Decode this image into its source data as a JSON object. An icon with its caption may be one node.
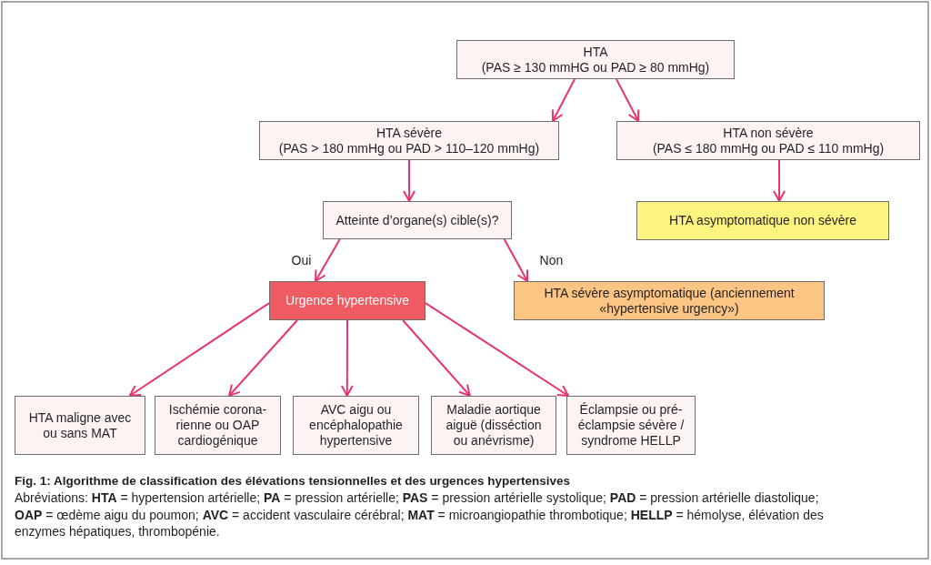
{
  "diagram": {
    "caption": "Fig. 1: Algorithme de classification des élévations tensionnelles et des urgences hypertensives",
    "nodes": [
      {
        "text": [
          "HTA",
          "(PAS ≥ 130 mmHG ou PAD ≥ 80 mmHg)"
        ]
      },
      {
        "text": [
          "HTA sévère",
          "(PAS > 180 mmHg ou PAD > 110–120 mmHg)"
        ]
      },
      {
        "text": [
          "HTA non sévère",
          "(PAS ≤ 180 mmHg ou PAD ≤ 110 mmHg)"
        ]
      },
      {
        "text": [
          "Atteinte d’organe(s) cible(s)?"
        ]
      },
      {
        "text": [
          "HTA asymptomatique non sévère"
        ]
      },
      {
        "text": [
          "Urgence hypertensive"
        ]
      },
      {
        "text": [
          "HTA sévère asymptomatique (anciennement «hypertensive urgency»)"
        ]
      },
      {
        "text": [
          "HTA maligne avec ou sans MAT"
        ]
      },
      {
        "text": [
          "Ischémie corona- rienne ou OAP cardiogénique"
        ]
      },
      {
        "text": [
          "AVC aigu ou encéphalopathie hypertensive"
        ]
      },
      {
        "text": [
          "Maladie aortique aiguë (disséction ou anévrisme)"
        ]
      },
      {
        "text": [
          "Éclampsie ou pré- éclampsie sévère / syndrome HELLP"
        ]
      }
    ],
    "edges": [
      {
        "from": 0,
        "to": 1,
        "arrow": "to"
      },
      {
        "from": 0,
        "to": 2,
        "arrow": "to"
      },
      {
        "from": 1,
        "to": 3,
        "arrow": "to"
      },
      {
        "from": 2,
        "to": 4,
        "arrow": "to"
      },
      {
        "from": 3,
        "to": 5,
        "arrow": "to",
        "label": "Oui"
      },
      {
        "from": 3,
        "to": 6,
        "arrow": "to",
        "label": "Non"
      },
      {
        "from": 5,
        "to": 7,
        "arrow": "to"
      },
      {
        "from": 5,
        "to": 8,
        "arrow": "to"
      },
      {
        "from": 5,
        "to": 9,
        "arrow": "to"
      },
      {
        "from": 5,
        "to": 10,
        "arrow": "to"
      },
      {
        "from": 5,
        "to": 11,
        "arrow": "to"
      }
    ],
    "labels": [
      "Abréviations: **HTA** = hypertension artérielle; **PA** = pression artérielle; **PAS** = pression artérielle systolique; **PAD** = pression artérielle diastolique; **OAP** = œdème aigu du poumon; **AVC** = accident vasculaire cérébral; **MAT** = microangiopathie thrombotique; **HELLP** = hémolyse, élévation des enzymes hépatiques, thrombopénie."
    ]
  }
}
